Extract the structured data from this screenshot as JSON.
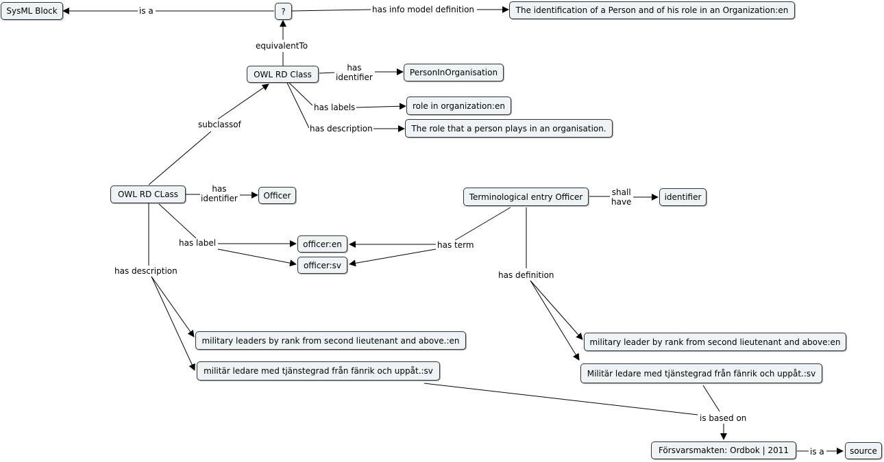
{
  "concepts": {
    "sysml": "SysML Block",
    "unknown": "?",
    "identification": "The identification of a Person and of his role in an Organization:en",
    "owl_top": "OWL RD Class",
    "person_in_org": "PersonInOrganisation",
    "role_label": "role in organization:en",
    "role_desc": "The role that a person plays in an organisation.",
    "owl_left": "OWL RD CLass",
    "officer": "Officer",
    "term_entry": "Terminological entry Officer",
    "identifier": "identifier",
    "officer_en": "officer:en",
    "officer_sv": "officer:sv",
    "mil_leaders_en": "military leaders by rank from second lieutenant and above.:en",
    "mil_ledare_sv": "militär ledare med tjänstegrad från fänrik och uppåt.:sv",
    "mil_leader_en": "military leader by rank from second lieutenant and above:en",
    "Mil_ledare_sv": "Militär ledare med tjänstegrad från fänrik och uppåt.:sv",
    "forsvar": "Försvarsmakten: Ordbok | 2011",
    "source": "source"
  },
  "links": {
    "is_a_1": "is a",
    "has_info_model_def": "has info model definition",
    "equivalent_to": "equivalentTo",
    "has_identifier_1": "has\nidentifier",
    "has_labels": "has labels",
    "has_description_1": "has description",
    "subclassof": "subclassof",
    "has_identifier_2": "has\nidentifier",
    "has_label": "has label",
    "has_description_2": "has description",
    "has_term": "has term",
    "shall_have": "shall\nhave",
    "has_definition": "has definition",
    "is_based_on": "is based on",
    "is_a_2": "is a"
  }
}
